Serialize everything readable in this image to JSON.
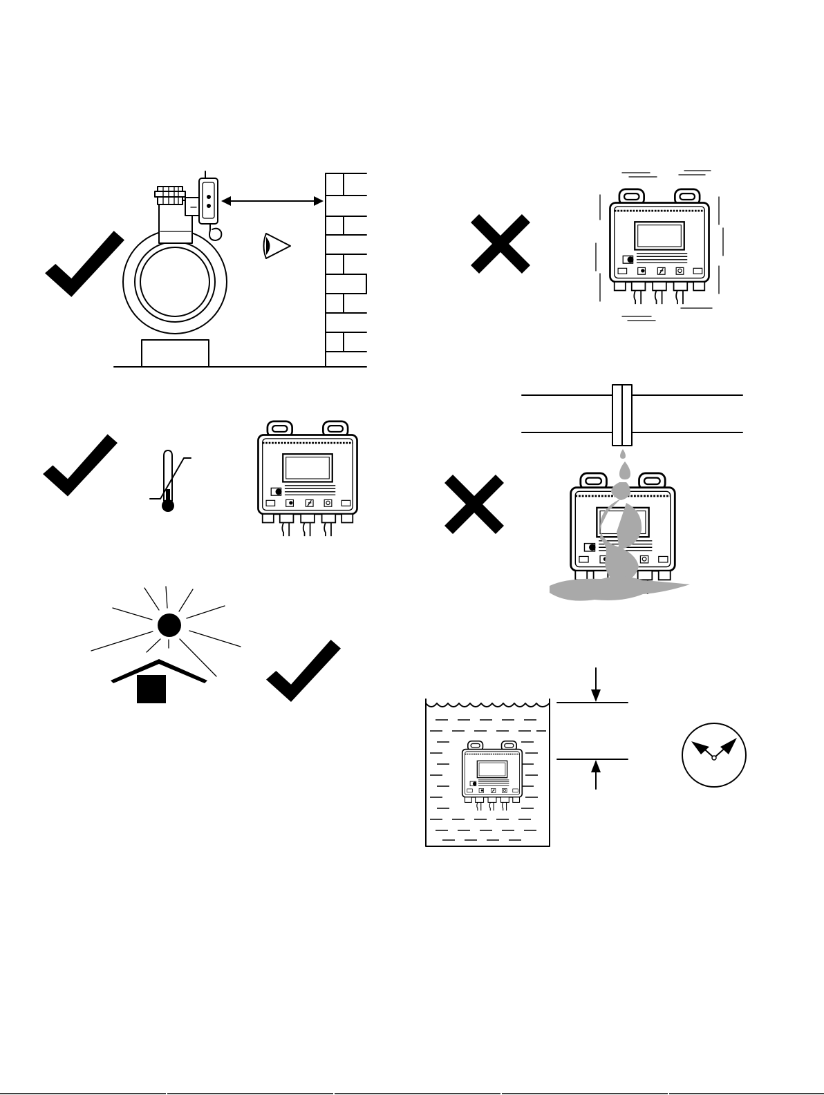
{
  "figure": {
    "panels": [
      {
        "id": "clearance",
        "verdict": "ok",
        "content": [
          "sensor-on-pipe",
          "display-clearance-arrow",
          "wall",
          "view-eye"
        ]
      },
      {
        "id": "vibration",
        "verdict": "not-ok",
        "content": [
          "vibrating-transmitter"
        ]
      },
      {
        "id": "temperature",
        "verdict": "ok",
        "content": [
          "thermometer",
          "transmitter"
        ]
      },
      {
        "id": "dripping-water",
        "verdict": "not-ok",
        "content": [
          "pipe-flange",
          "water-drip",
          "wet-transmitter"
        ]
      },
      {
        "id": "sun-shelter",
        "verdict": "ok",
        "content": [
          "sun",
          "roof-shelter"
        ]
      },
      {
        "id": "submersion",
        "verdict": "limited",
        "content": [
          "water-tank",
          "submerged-transmitter",
          "depth-arrows",
          "clock-icon"
        ]
      }
    ]
  },
  "colors": {
    "ink": "#000000",
    "water": "#a9a9a9",
    "background": "#ffffff"
  }
}
